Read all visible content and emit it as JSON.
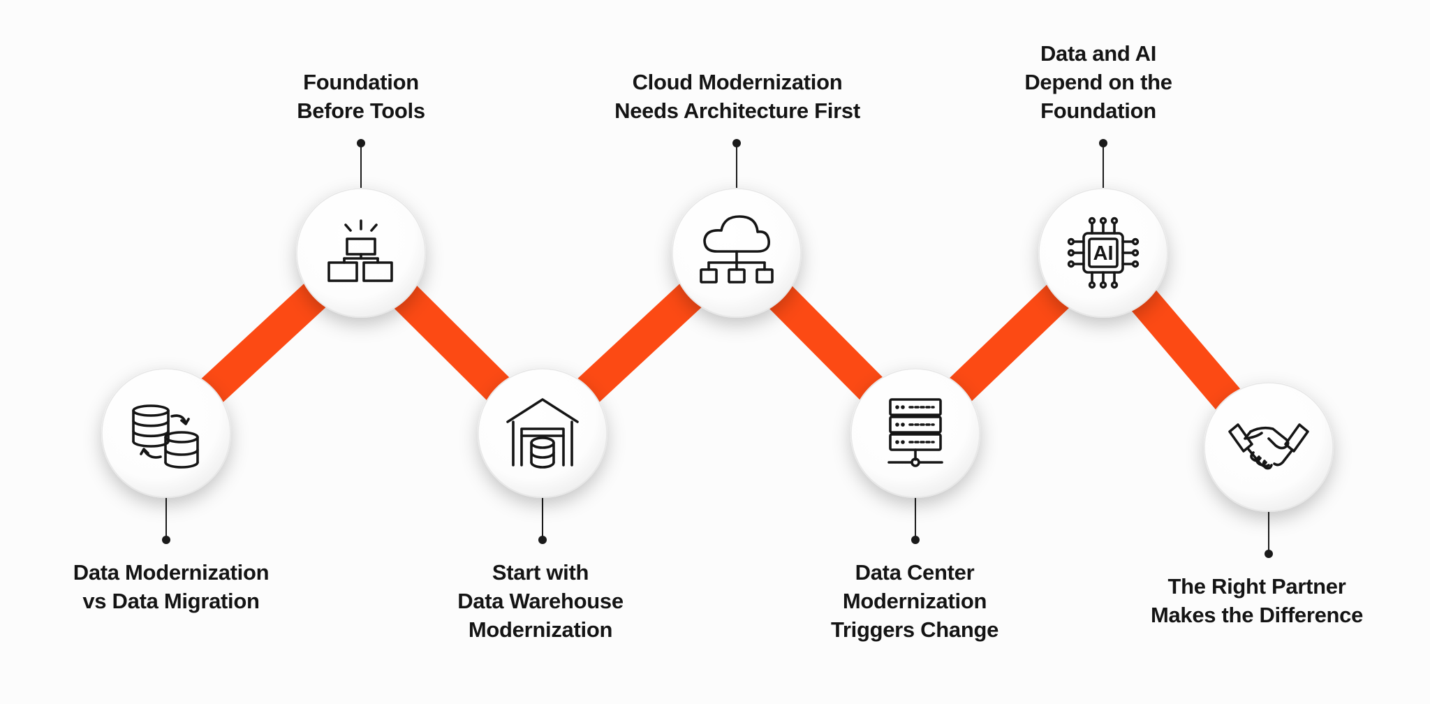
{
  "theme": {
    "accent": "#FC4A14",
    "node_fill": "#FFFFFF",
    "icon_stroke": "#151515",
    "text": "#141414"
  },
  "steps": [
    {
      "label_lines": [
        "Data Modernization",
        "vs Data Migration"
      ],
      "icon": "database-sync-icon",
      "position": "bottom"
    },
    {
      "label_lines": [
        "Foundation",
        "Before Tools"
      ],
      "icon": "foundation-blocks-icon",
      "position": "top"
    },
    {
      "label_lines": [
        "Start with",
        "Data Warehouse",
        "Modernization"
      ],
      "icon": "warehouse-database-icon",
      "position": "bottom"
    },
    {
      "label_lines": [
        "Cloud Modernization",
        "Needs Architecture First"
      ],
      "icon": "cloud-network-icon",
      "position": "top"
    },
    {
      "label_lines": [
        "Data Center",
        "Modernization",
        "Triggers Change"
      ],
      "icon": "server-rack-icon",
      "position": "bottom"
    },
    {
      "label_lines": [
        "Data and AI",
        "Depend on the",
        "Foundation"
      ],
      "icon": "ai-chip-icon",
      "icon_text": "AI",
      "position": "top"
    },
    {
      "label_lines": [
        "The Right Partner",
        "Makes the Difference"
      ],
      "icon": "handshake-icon",
      "position": "bottom"
    }
  ]
}
